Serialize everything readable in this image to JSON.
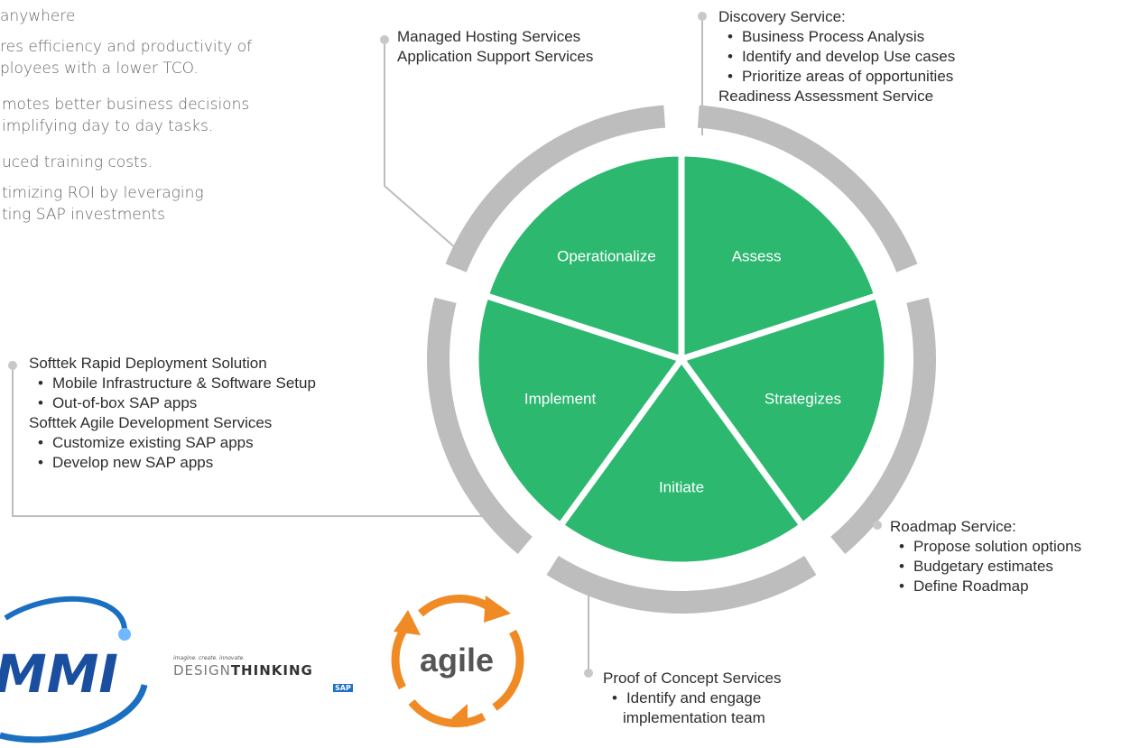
{
  "benefits": [
    "anywhere",
    "res efficiency and productivity of\nployees with a lower TCO.",
    "motes better business decisions\nimplifying day to day tasks.",
    "uced training costs.",
    "timizing ROI by leveraging\nting SAP investments"
  ],
  "wheel": {
    "segments": [
      {
        "label": "Assess"
      },
      {
        "label": "Strategizes"
      },
      {
        "label": "Initiate"
      },
      {
        "label": "Implement"
      },
      {
        "label": "Operationalize"
      }
    ],
    "colors": {
      "segment": "#2db870",
      "ring": "#bdbdbd",
      "connector": "#bdbdbd",
      "dot": "#c8c8c8"
    }
  },
  "services": {
    "managed": {
      "lines": [
        "Managed Hosting Services",
        "Application Support Services"
      ]
    },
    "discovery": {
      "title": "Discovery Service:",
      "bullets": [
        "Business Process Analysis",
        "Identify and develop Use cases",
        "Prioritize areas of opportunities"
      ],
      "footer": "Readiness Assessment Service"
    },
    "rapid": {
      "title": "Softtek Rapid Deployment Solution",
      "bullets1": [
        "Mobile Infrastructure & Software Setup",
        "Out-of-box SAP apps"
      ],
      "subtitle": "Softtek Agile Development Services",
      "bullets2": [
        "Customize existing SAP apps",
        "Develop new SAP apps"
      ]
    },
    "roadmap": {
      "title": "Roadmap Service:",
      "bullets": [
        "Propose solution options",
        "Budgetary estimates",
        "Define Roadmap"
      ]
    },
    "poc": {
      "title": "Proof of Concept Services",
      "bullets": [
        "Identify and engage"
      ],
      "continuation": "implementation team"
    }
  },
  "logos": {
    "mmi": "MMI",
    "designthinking": {
      "tagline": "imagine. create. innovate.",
      "word1": "DESIGN",
      "word2": "THINKING",
      "badge": "SAP"
    },
    "agile": "agile"
  }
}
